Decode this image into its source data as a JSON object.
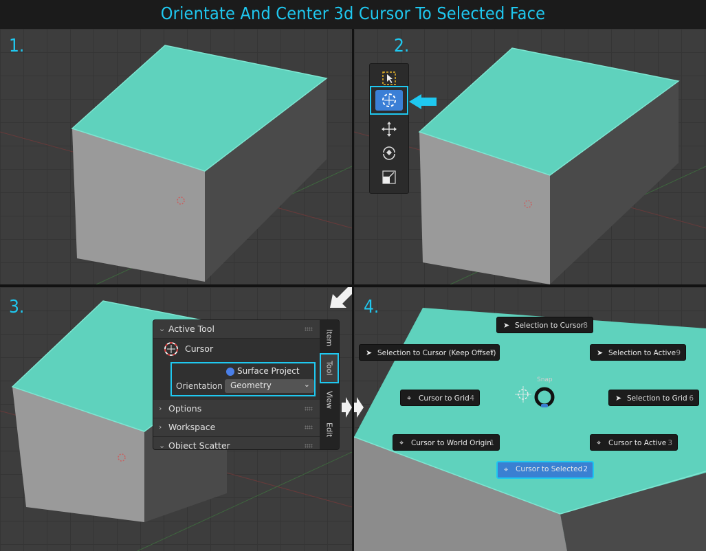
{
  "title": "Orientate And Center 3d Cursor To Selected Face",
  "colors": {
    "accent": "#1fc8f0",
    "face_highlight": "#5fd2bd",
    "viewport_bg": "#3d3d3d",
    "active_blue": "#3a80d2"
  },
  "steps": {
    "s1": "1.",
    "s2": "2.",
    "s3": "3.",
    "s4": "4."
  },
  "toolbar": {
    "tools": [
      {
        "icon": "select-box-icon",
        "active": false
      },
      {
        "icon": "cursor-tool-icon",
        "active": true
      },
      {
        "icon": "move-icon",
        "active": false
      },
      {
        "icon": "rotate-icon",
        "active": false
      },
      {
        "icon": "scale-icon",
        "active": false
      }
    ]
  },
  "properties": {
    "active_tool_header": "Active Tool",
    "cursor_label": "Cursor",
    "surface_project": "Surface Project",
    "orientation_label": "Orientation",
    "orientation_value": "Geometry",
    "sections": {
      "options": "Options",
      "workspace": "Workspace",
      "object_scatter": "Object Scatter"
    },
    "tabs": {
      "item": "Item",
      "tool": "Tool",
      "view": "View",
      "edit": "Edit"
    }
  },
  "pie_menu": {
    "snap_label": "Snap",
    "items": {
      "selection_to_cursor": {
        "label": "Selection to Cursor",
        "num": "8"
      },
      "selection_to_cursor_keep": {
        "label": "Selection to Cursor (Keep Offset)",
        "num": "7"
      },
      "selection_to_active": {
        "label": "Selection to Active",
        "num": "9"
      },
      "cursor_to_grid": {
        "label": "Cursor to Grid",
        "num": "4"
      },
      "selection_to_grid": {
        "label": "Selection to Grid",
        "num": "6"
      },
      "cursor_to_world_origin": {
        "label": "Cursor to World Origin",
        "num": "1"
      },
      "cursor_to_active": {
        "label": "Cursor to Active",
        "num": "3"
      },
      "cursor_to_selected": {
        "label": "Cursor to Selected",
        "num": "2"
      }
    }
  }
}
